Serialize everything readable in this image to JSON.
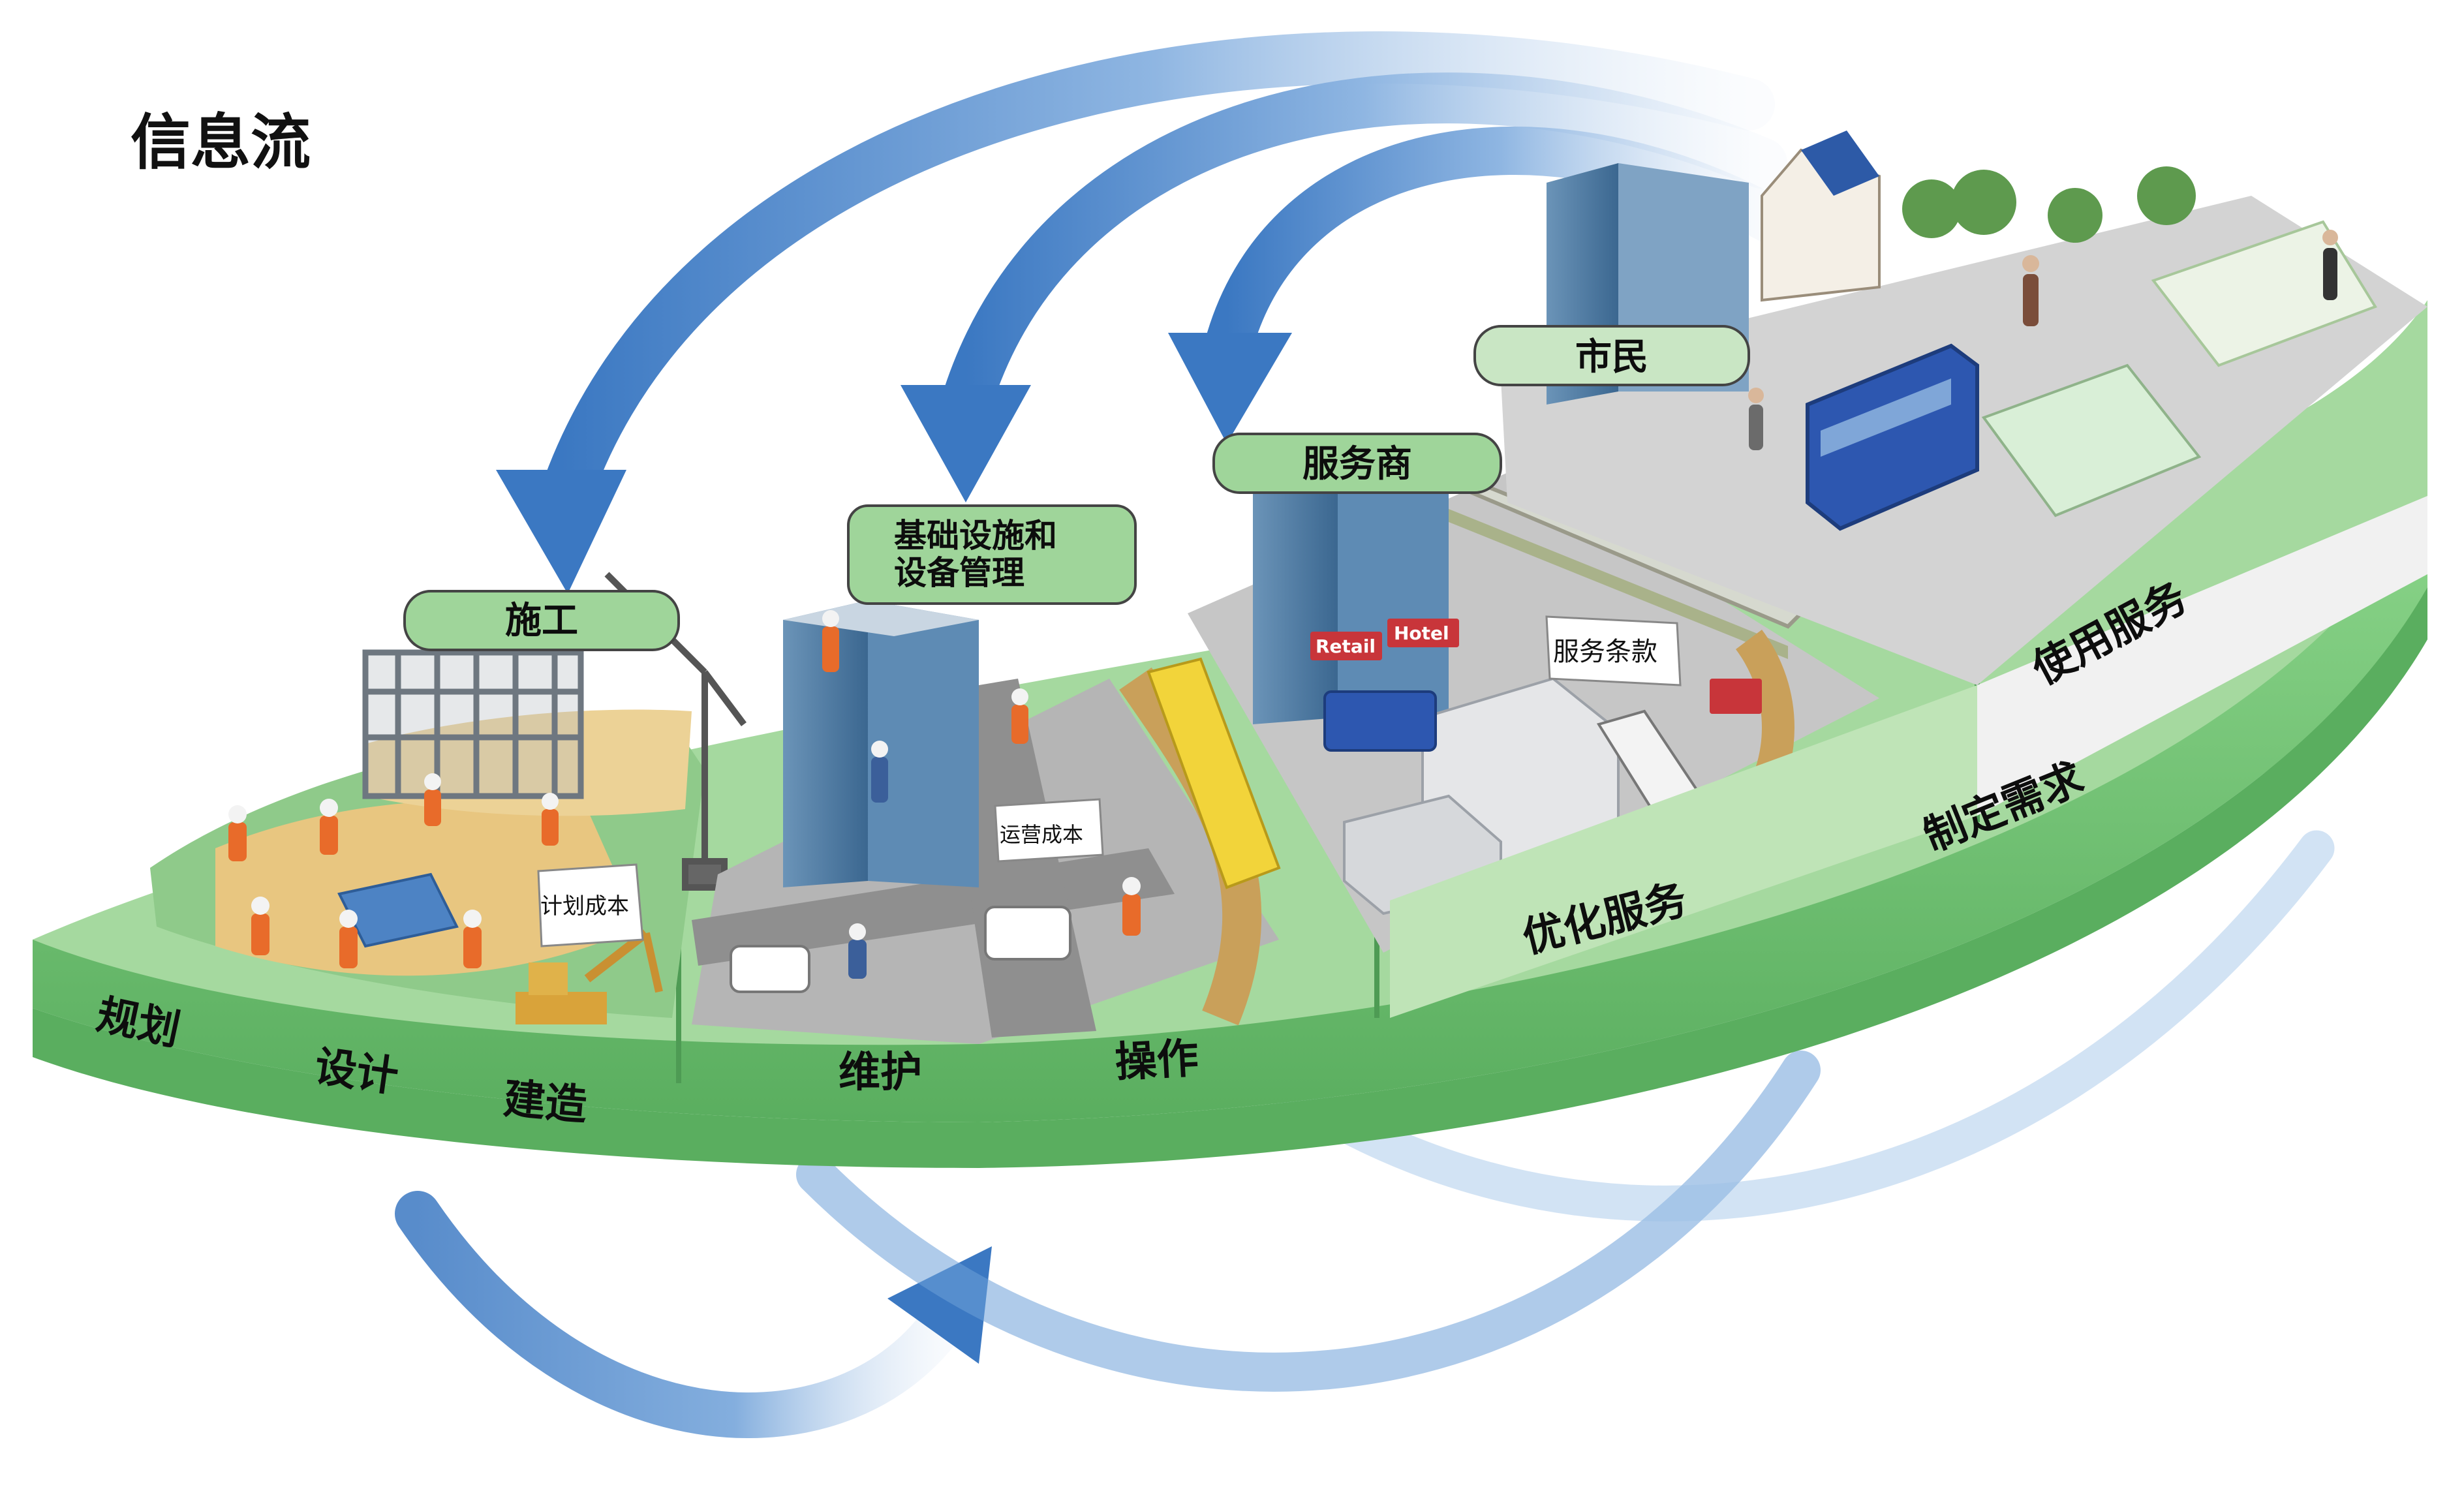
{
  "title": "信息流",
  "role_labels": {
    "construction": "施工",
    "infrastructure_line1": "基础设施和",
    "infrastructure_line2": "设备管理",
    "service_provider": "服务商",
    "citizen": "市民"
  },
  "stage_labels": {
    "planning": "规划",
    "design": "设计",
    "build": "建造",
    "maintain": "维护",
    "operate": "操作",
    "optimize": "优化服务",
    "requirements": "制定需求",
    "use": "使用服务"
  },
  "signs": {
    "plan_cost": "计划成本",
    "operating_cost": "运营成本",
    "service_terms": "服务条款",
    "retail": "Retail",
    "hotel": "Hotel"
  },
  "colors": {
    "platform_green": "#7cc97e",
    "platform_green_dark": "#5aae5f",
    "label_green": "#9fd59a",
    "arrow_blue": "#3f7fc7",
    "ground_sand": "#e8c680",
    "road_gray": "#8f8f8f",
    "building_glass": "#4f7fa8",
    "bus_blue": "#2d57b0"
  }
}
